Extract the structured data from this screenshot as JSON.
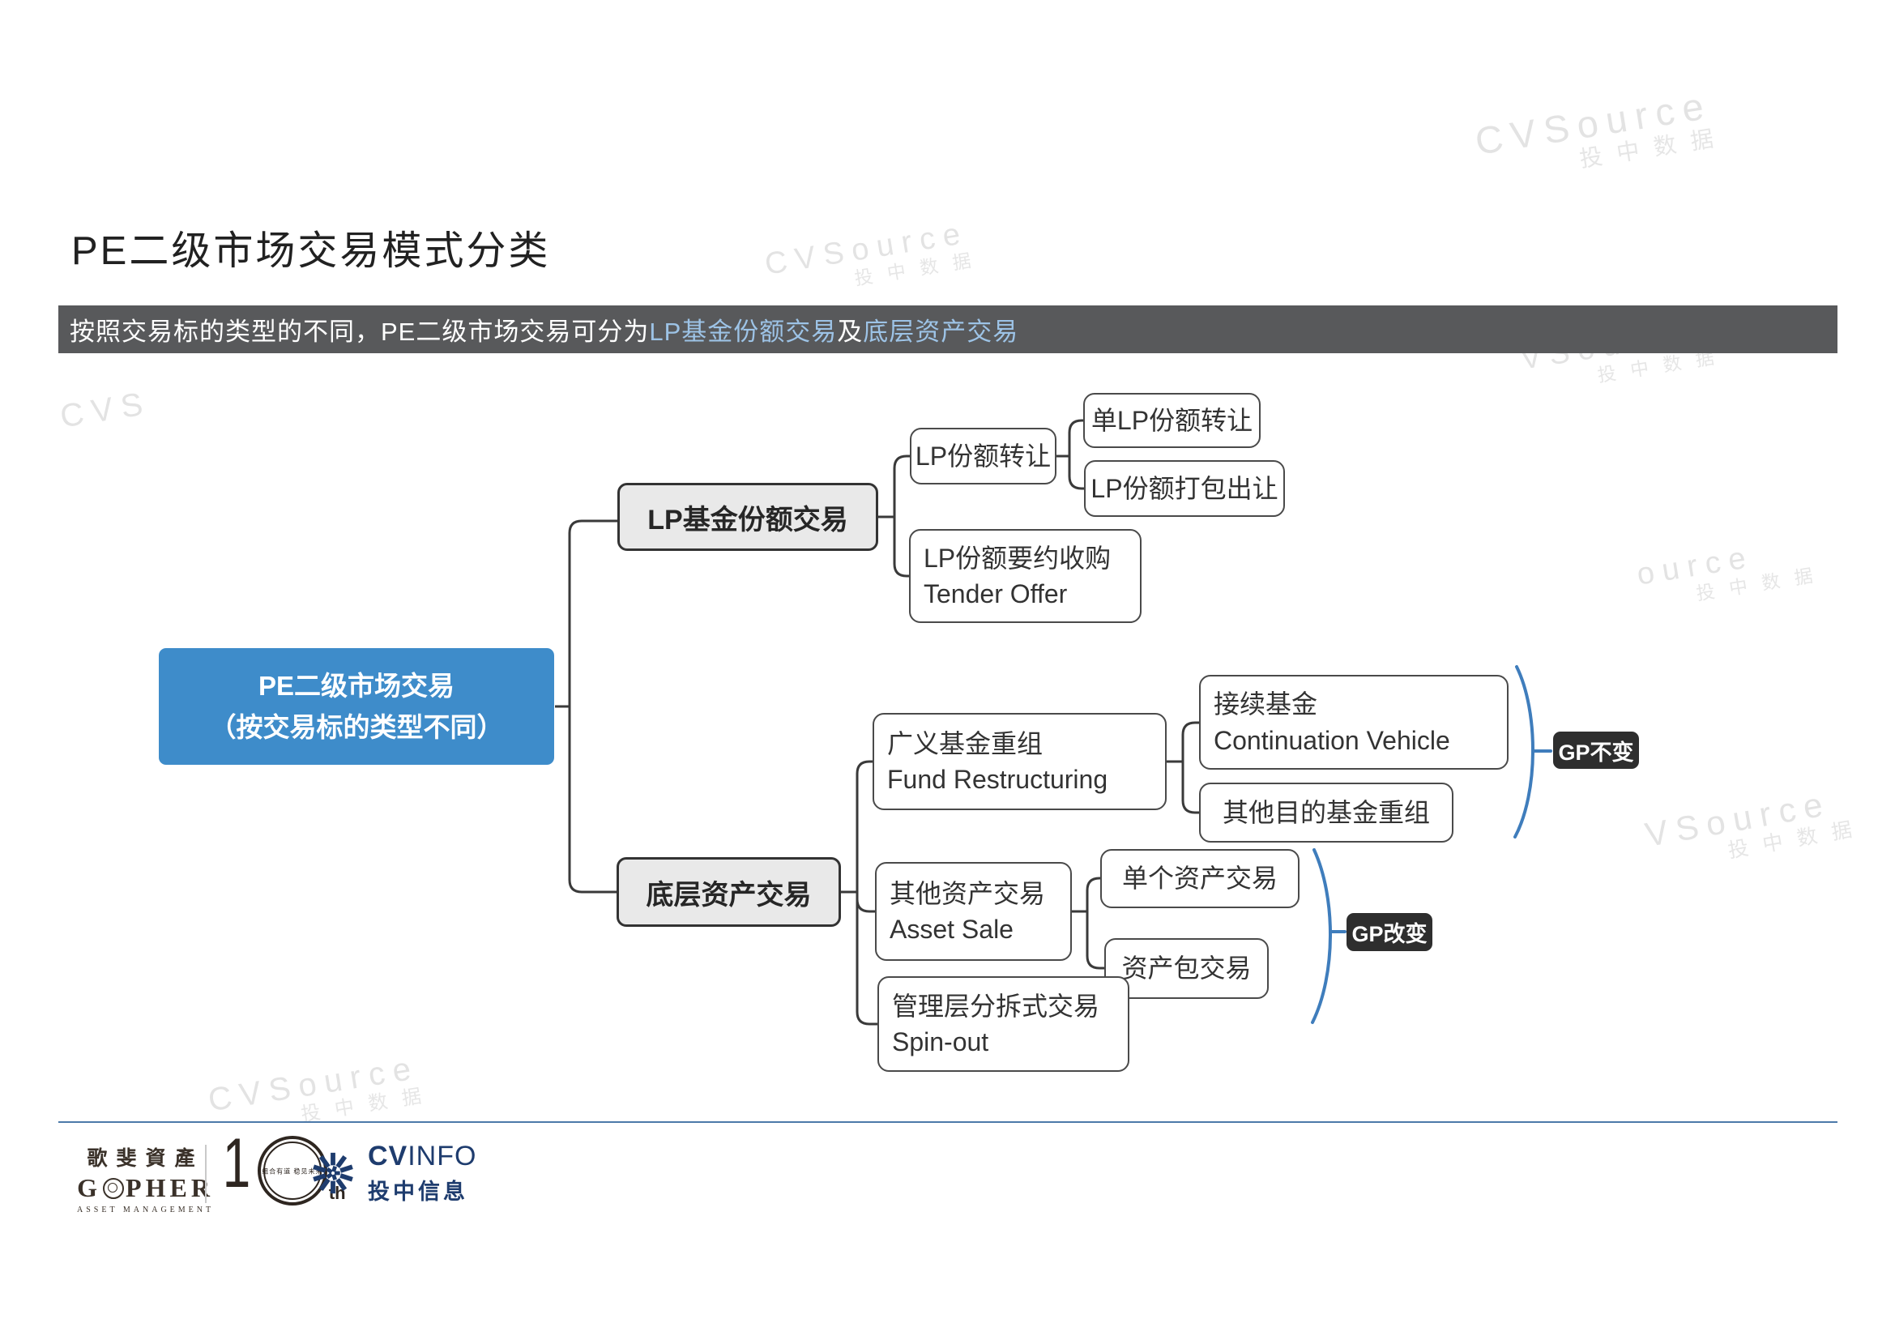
{
  "title": "PE二级市场交易模式分类",
  "subtitle": {
    "segments": [
      {
        "text": "按照交易标的类型的不同，PE二级市场交易可分为"
      },
      {
        "text": "LP基金份额交易"
      },
      {
        "text": "及"
      },
      {
        "text": "底层资产交易"
      }
    ]
  },
  "tree": {
    "root": {
      "line1": "PE二级市场交易",
      "line2": "（按交易标的类型不同）"
    },
    "branch1": {
      "label": "LP基金份额交易"
    },
    "branch2": {
      "label": "底层资产交易"
    },
    "nodes": {
      "lp_transfer": {
        "line1": "LP份额转让"
      },
      "single_lp": {
        "line1": "单LP份额转让"
      },
      "lp_package": {
        "line1": "LP份额打包出让"
      },
      "tender": {
        "line1": "LP份额要约收购",
        "line2": "Tender Offer"
      },
      "fund_restructuring": {
        "line1": "广义基金重组",
        "line2": "Fund Restructuring"
      },
      "continuation": {
        "line1": "接续基金",
        "line2": "Continuation Vehicle"
      },
      "other_purpose": {
        "line1": "其他目的基金重组"
      },
      "asset_sale": {
        "line1": "其他资产交易",
        "line2": "Asset Sale"
      },
      "single_asset": {
        "line1": "单个资产交易"
      },
      "asset_package": {
        "line1": "资产包交易"
      },
      "spin_out": {
        "line1": "管理层分拆式交易",
        "line2": "Spin-out"
      }
    },
    "badges": {
      "gp_unchanged": "GP不变",
      "gp_changed": "GP改变"
    }
  },
  "watermarks": [
    {
      "latin": "CVSource",
      "cn": "投中数据"
    },
    {
      "latin": "CVSource",
      "cn": "投中数据"
    },
    {
      "latin": "CVS",
      "cn": ""
    },
    {
      "latin": "VSource",
      "cn": "投中数据"
    },
    {
      "latin": "ource",
      "cn": "投中数据"
    },
    {
      "latin": "VSource",
      "cn": "投中数据"
    },
    {
      "latin": "CVSource",
      "cn": "投中数据"
    }
  ],
  "footer": {
    "gopher": {
      "cn": "歌斐資產",
      "en_left": "G",
      "en_right": "PHER",
      "sub": "ASSET MANAGEMENT"
    },
    "tenth": {
      "digit": "1",
      "slogan": "组合有道 稳见未来",
      "suffix": "th"
    },
    "cvinfo": {
      "cv": "CV",
      "info": "INFO",
      "cn": "投中信息"
    }
  },
  "colors": {
    "root_blue": "#3E8CCA",
    "subtitle_bg": "#58595B",
    "subtitle_highlight": "#9DC3E6",
    "branch_gray": "#E9E9E9",
    "badge_dark": "#2E2E2E",
    "brace_blue": "#3F7DBC",
    "connector": "#3A3A3A",
    "watermark": "#E3E3E3",
    "footer_navy": "#1E3C6E",
    "footer_brown": "#3A3129",
    "divider_blue": "#4C79A9"
  }
}
